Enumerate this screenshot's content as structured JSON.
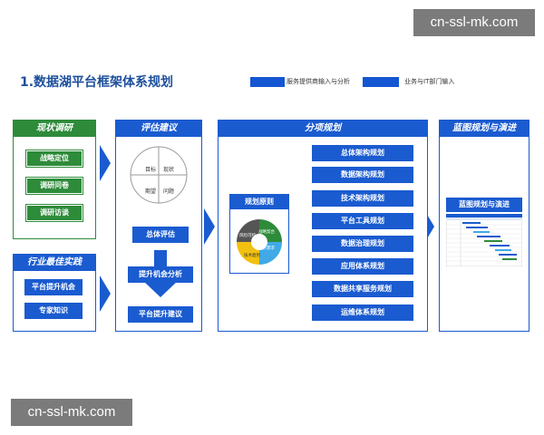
{
  "watermark": "cn-ssl-mk.com",
  "title": "1.数据湖平台框架体系规划",
  "legend": [
    {
      "label": "服务提供商输入与分析"
    },
    {
      "label": "业务与IT部门输入"
    }
  ],
  "colors": {
    "blue": "#1a5bd0",
    "green": "#2e8b3a",
    "yellow": "#f2c010",
    "gray": "#555555",
    "sky": "#40a9e6"
  },
  "panels": {
    "current": {
      "header": "现状调研",
      "items": [
        "战略定位",
        "调研问卷",
        "调研访谈"
      ]
    },
    "best": {
      "header": "行业最佳实践",
      "items": [
        "平台提升机会",
        "专家知识"
      ]
    },
    "assess": {
      "header": "评估建议",
      "matrix": {
        "tl": "目标",
        "tr": "现状",
        "bl": "期望",
        "br": "问题"
      },
      "steps": [
        "总体评估",
        "提升机会分析",
        "平台提升建议"
      ]
    },
    "sub": {
      "header": "分项规划",
      "principle": "规划原则",
      "pie": [
        "战略契合",
        "业务需求",
        "技术趋势",
        "风险可控"
      ],
      "items": [
        "总体架构规划",
        "数据架构规划",
        "技术架构规划",
        "平台工具规划",
        "数据治理规划",
        "应用体系规划",
        "数据共享服务规划",
        "运维体系规划"
      ]
    },
    "blueprint": {
      "header": "蓝图规划与演进",
      "label": "蓝图规划与演进"
    }
  }
}
